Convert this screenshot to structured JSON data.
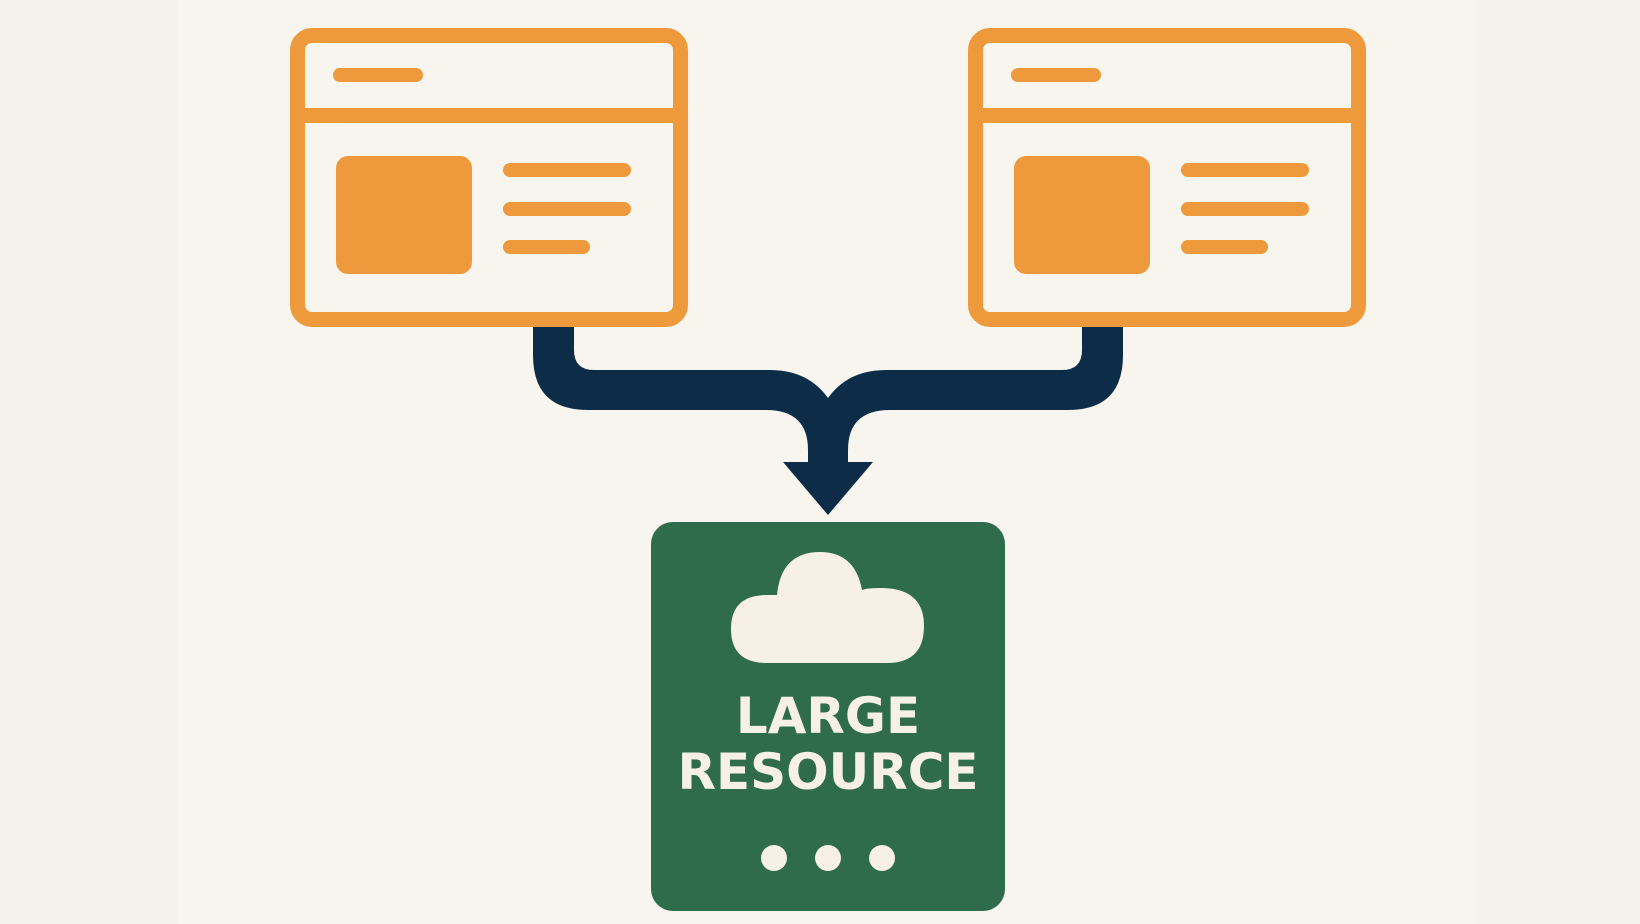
{
  "diagram": {
    "type": "merge-flow",
    "sources": [
      {
        "id": "left-browser-window",
        "icon": "browser-window-icon"
      },
      {
        "id": "right-browser-window",
        "icon": "browser-window-icon"
      }
    ],
    "connector": {
      "icon": "merge-arrow-icon",
      "direction": "down"
    },
    "target": {
      "icon": "cloud-icon",
      "label_line1": "LARGE",
      "label_line2": "RESOURCE",
      "more_icon": "ellipsis-dots-icon"
    }
  },
  "colors": {
    "background": "#f5f2ec",
    "panel": "#f8f4ee",
    "window_stroke": "#ee9a3c",
    "connector": "#0d2c47",
    "resource_card": "#2e6c4b",
    "resource_text": "#f6f0e7"
  }
}
